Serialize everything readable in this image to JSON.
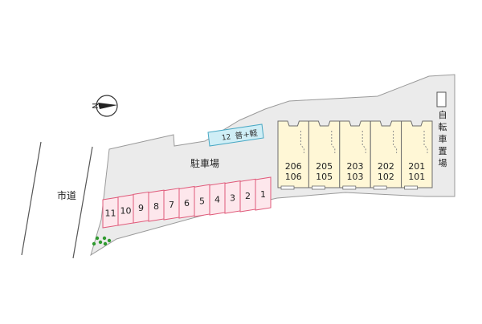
{
  "compass": {
    "label": "N"
  },
  "road": {
    "label": "市道"
  },
  "lot": {
    "label": "駐車場"
  },
  "bike_parking": {
    "label": "自転車置場"
  },
  "special_space": {
    "number": "12",
    "label": "普+軽"
  },
  "parking_spaces": [
    "1",
    "2",
    "3",
    "4",
    "5",
    "6",
    "7",
    "8",
    "9",
    "10",
    "11"
  ],
  "units": [
    {
      "upper": "206",
      "lower": "106"
    },
    {
      "upper": "205",
      "lower": "105"
    },
    {
      "upper": "203",
      "lower": "103"
    },
    {
      "upper": "202",
      "lower": "102"
    },
    {
      "upper": "201",
      "lower": "101"
    }
  ],
  "colors": {
    "lot": "#ebebeb",
    "lot_border": "#9a9a9a",
    "parking_fill": "#fde7ec",
    "parking_border": "#e05a7a",
    "special_fill": "#cfeef6",
    "special_border": "#48a8c4",
    "building_fill": "#fff7d6",
    "building_border": "#6d6d6d",
    "greenery": "#2f9a2f"
  }
}
